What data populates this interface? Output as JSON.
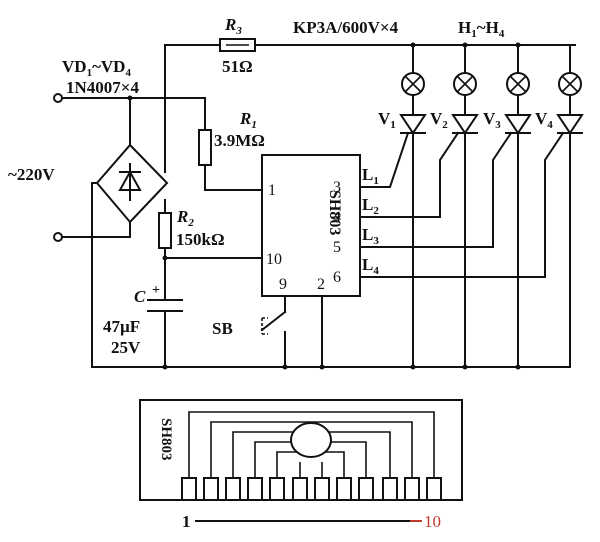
{
  "labels": {
    "r3_name": "R",
    "r3_sub": "3",
    "r3_value": "51Ω",
    "thyristor_spec": "KP3A/600V×4",
    "lamps_range": "H",
    "lamps_sub_1": "1",
    "lamps_tilde": "~H",
    "lamps_sub_4": "4",
    "rectifier_range": "VD",
    "rectifier_sub_1": "1",
    "rectifier_tilde": "~VD",
    "rectifier_sub_4": "4",
    "rectifier_spec": "1N4007×4",
    "r1_name": "R",
    "r1_sub": "1",
    "r1_value": "3.9MΩ",
    "mains": "~220V",
    "r2_name": "R",
    "r2_sub": "2",
    "r2_value": "150kΩ",
    "cap_name": "C",
    "cap_plus": "+",
    "cap_value": "47µF",
    "cap_voltage": "25V",
    "switch_name": "SB",
    "ic_name": "SH803",
    "package_ic_name": "SH803",
    "package_pin_first": "1",
    "package_pin_last": "10"
  },
  "ic_pins": [
    "1",
    "10",
    "9",
    "2",
    "3",
    "4",
    "5",
    "6"
  ],
  "outputs": [
    {
      "label": "L",
      "sub": "1"
    },
    {
      "label": "L",
      "sub": "2"
    },
    {
      "label": "L",
      "sub": "3"
    },
    {
      "label": "L",
      "sub": "4"
    }
  ],
  "thyristors": [
    {
      "label": "V",
      "sub": "1"
    },
    {
      "label": "V",
      "sub": "2"
    },
    {
      "label": "V",
      "sub": "3"
    },
    {
      "label": "V",
      "sub": "4"
    }
  ]
}
